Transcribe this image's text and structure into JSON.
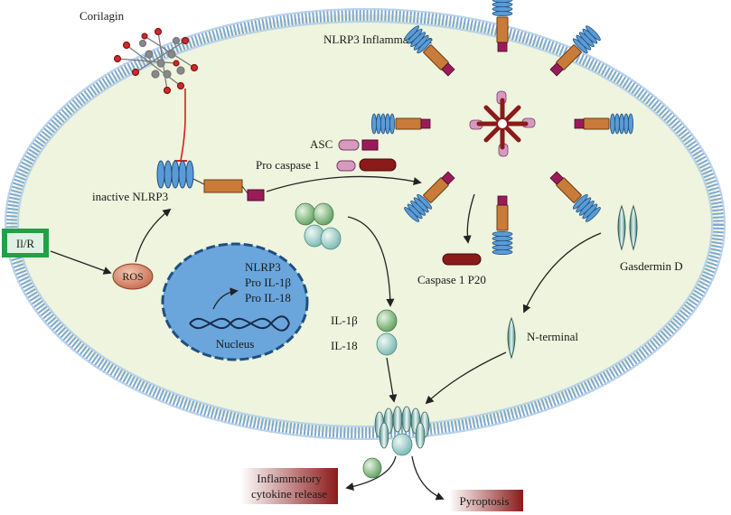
{
  "labels": {
    "corilagin": "Corilagin",
    "inflammasome": "NLRP3 Inflammasome",
    "asc": "ASC",
    "pro_caspase": "Pro caspase 1",
    "inactive_nlrp3": "inactive NLRP3",
    "ir": "Il/R",
    "ros": "ROS",
    "nucleus_nlrp3": "NLRP3",
    "nucleus_pro_il1b": "Pro IL-1β",
    "nucleus_pro_il18": "Pro IL-18",
    "nucleus": "Nucleus",
    "il1b": "IL-1β",
    "il18": "IL-18",
    "caspase_p20": "Caspase 1 P20",
    "gasdermin": "Gasdermin D",
    "n_terminal": "N-terminal",
    "inflammatory_line1": "Inflammatory",
    "inflammatory_line2": "cytokine release",
    "pyroptosis": "Pyroptosis"
  },
  "colors": {
    "cytoplasm": "#eef4dd",
    "membrane": "#8fb4d6",
    "nlrp3_blue": "#5b9bd5",
    "nacht_orange": "#c97b3a",
    "pyd_magenta": "#9b1b5a",
    "asc_pink": "#d69ac0",
    "caspase_red": "#8b1a1a",
    "il_green": "#8cc08c",
    "il_teal": "#9cd0c8",
    "ir_green": "#22a045",
    "ros_salmon": "#d98a6c",
    "nucleus_blue": "#6aa6dc",
    "inhibit_red": "#d62020",
    "release_red": "#8b1a1a"
  },
  "icons": [
    "corilagin-molecule-icon",
    "dna-helix-icon",
    "gasdermin-pore-icon",
    "membrane-icon"
  ]
}
